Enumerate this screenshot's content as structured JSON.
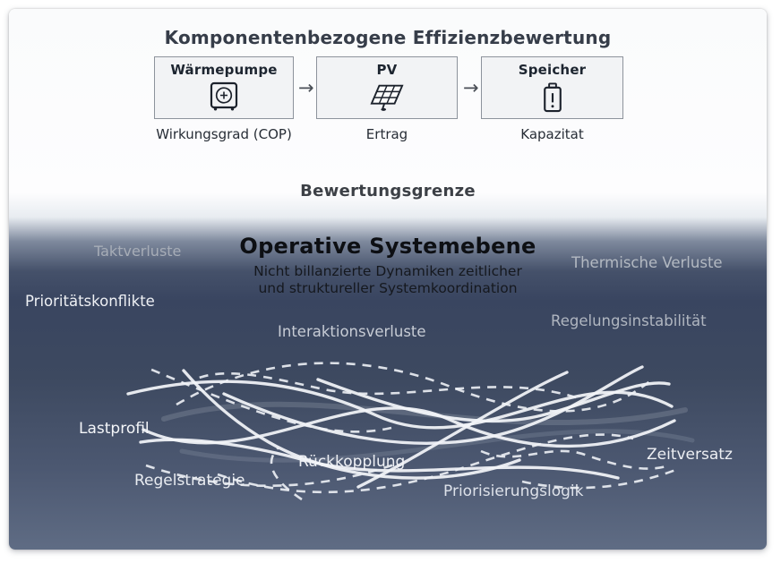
{
  "header": {
    "title": "Komponentenbezogene Effizienzbewertung"
  },
  "components": [
    {
      "name": "Wärmepumpe",
      "icon": "heat-pump-icon",
      "metric": "Wirkungsgrad (COP)"
    },
    {
      "name": "PV",
      "icon": "solar-panel-icon",
      "metric": "Ertrag"
    },
    {
      "name": "Speicher",
      "icon": "battery-icon",
      "metric": "Kapazitat"
    }
  ],
  "flow": {
    "arrow_glyph": "→"
  },
  "boundary": {
    "label": "Bewertungsgrenze"
  },
  "system_level": {
    "title": "Operative Systemebene",
    "subtitle_line1": "Nicht billanzierte Dynamiken zeitlicher",
    "subtitle_line2": "und struktureller Systemkoordination",
    "labels": [
      {
        "text": "Taktverluste"
      },
      {
        "text": "Thermische Verluste"
      },
      {
        "text": "Prioritätskonflikte"
      },
      {
        "text": "Regelungsinstabilität"
      },
      {
        "text": "Interaktionsverluste"
      },
      {
        "text": "Lastprofil"
      },
      {
        "text": "Rückkopplung"
      },
      {
        "text": "Zeitversatz"
      },
      {
        "text": "Regelstrategie"
      },
      {
        "text": "Priorisierungslogik"
      }
    ]
  },
  "colors": {
    "dark_zone": "#39455c",
    "dark_zone_bottom": "#5f6c84",
    "label_muted": "#b2b8c1",
    "label_bright": "#f2f4f8",
    "box_border": "#8d939c",
    "arrow_white": "#f3f5f9"
  }
}
